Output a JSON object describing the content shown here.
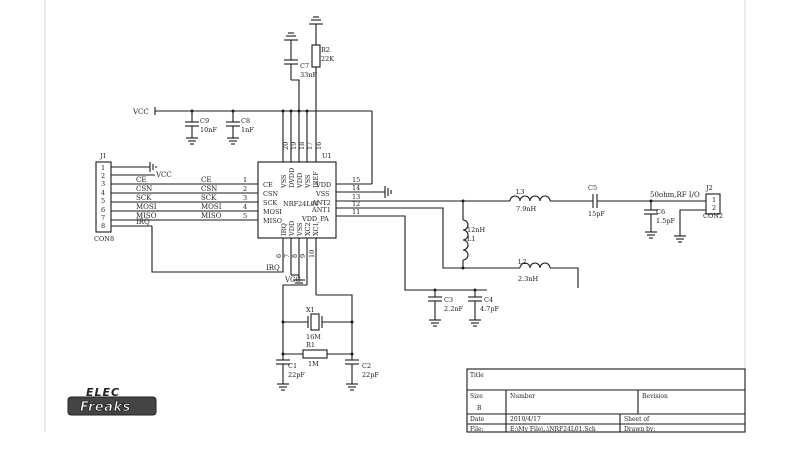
{
  "chip": {
    "ref": "U1",
    "part": "NRF24L01",
    "left_pins": [
      {
        "num": "1",
        "name": "CE"
      },
      {
        "num": "2",
        "name": "CSN"
      },
      {
        "num": "3",
        "name": "SCK"
      },
      {
        "num": "4",
        "name": "MOSI"
      },
      {
        "num": "5",
        "name": "MISO"
      }
    ],
    "right_pins": [
      {
        "num": "15",
        "name": "VDD"
      },
      {
        "num": "14",
        "name": "VSS"
      },
      {
        "num": "13",
        "name": "ANT2"
      },
      {
        "num": "12",
        "name": "ANT1"
      },
      {
        "num": "11",
        "name": "VDD_PA"
      }
    ],
    "top_pins": [
      {
        "num": "20",
        "name": "VSS"
      },
      {
        "num": "19",
        "name": "DVDD"
      },
      {
        "num": "18",
        "name": "VDD"
      },
      {
        "num": "17",
        "name": "VSS"
      },
      {
        "num": "16",
        "name": "IREF"
      }
    ],
    "bottom_pins": [
      {
        "num": "6",
        "name": "IRQ"
      },
      {
        "num": "7",
        "name": "VDD"
      },
      {
        "num": "8",
        "name": "VSS"
      },
      {
        "num": "9",
        "name": "XC2"
      },
      {
        "num": "10",
        "name": "XC1"
      }
    ]
  },
  "connector": {
    "ref": "J1",
    "name": "CON8",
    "pins": [
      "1",
      "2",
      "3",
      "4",
      "5",
      "6",
      "7",
      "8"
    ],
    "nets": [
      "CE",
      "CSN",
      "SCK",
      "MOSI",
      "MISO",
      "IRQ"
    ]
  },
  "nets": {
    "vcc": "VCC",
    "chip_side": [
      "CE",
      "CSN",
      "SCK",
      "MOSI",
      "MISO"
    ],
    "irq": "IRQ"
  },
  "components": {
    "c7": {
      "ref": "C7",
      "value": "33nF"
    },
    "r2": {
      "ref": "R2",
      "value": "22K"
    },
    "c9": {
      "ref": "C9",
      "value": "10nF"
    },
    "c8": {
      "ref": "C8",
      "value": "1nF"
    },
    "l3": {
      "ref": "L3",
      "value": "7.9nH"
    },
    "c5": {
      "ref": "C5",
      "value": "15pF"
    },
    "l1": {
      "ref": "L1",
      "value": "12nH"
    },
    "l2": {
      "ref": "L2",
      "value": "2.3nH"
    },
    "c6": {
      "ref": "C6",
      "value": "1.5pF"
    },
    "c3": {
      "ref": "C3",
      "value": "2.2nF"
    },
    "c4": {
      "ref": "C4",
      "value": "4.7pF"
    },
    "x1": {
      "ref": "X1",
      "value": "16M"
    },
    "r1": {
      "ref": "R1",
      "value": "1M"
    },
    "c1": {
      "ref": "C1",
      "value": "22pF"
    },
    "c2": {
      "ref": "C2",
      "value": "22pF"
    }
  },
  "rf": {
    "label": "50ohm,RF I/O",
    "ref": "J2",
    "name": "CON2",
    "pins": [
      "1",
      "2"
    ]
  },
  "title_block": {
    "title_label": "Title",
    "size_label": "Size",
    "size_value": "B",
    "number_label": "Number",
    "revision_label": "Revision",
    "date_label": "Date",
    "date_value": "2010/4/17",
    "file_label": "File:",
    "file_value": "E:\\My File\\..\\NRF24L01.Sch",
    "sheet_label": "Sheet   of",
    "drawn_label": "Drawn by:"
  },
  "logo": {
    "top": "ELEC",
    "bottom": "Freaks"
  }
}
